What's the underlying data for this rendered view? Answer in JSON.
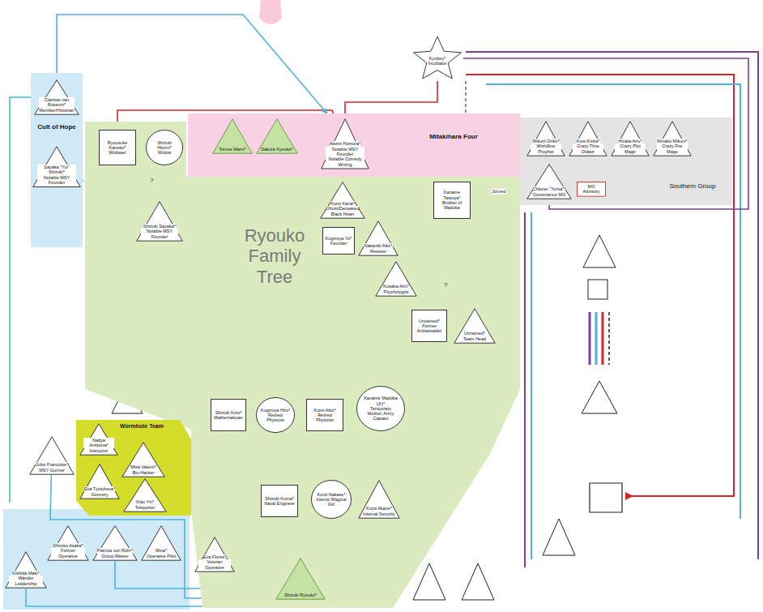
{
  "diagram": {
    "nodes": [
      {
        "text": [
          "Cult of Hope"
        ]
      },
      {
        "text": [
          "Clarisse van Rossum*",
          "Member/Historian"
        ],
        "in": 0
      },
      {
        "text": [
          "Sayaka \"Yui\" Shizuki*",
          "Notable MSY Founder"
        ],
        "in": 0
      },
      {
        "text": [
          "Mitakihara Four"
        ]
      },
      {
        "text": [
          "Tomoe Mami*"
        ],
        "in": 3
      },
      {
        "text": [
          "Sakura Kyouko*"
        ],
        "in": 3
      },
      {
        "text": [
          "Akemi Homura*",
          "Notable MSY Founder",
          "Notable Comedy Writing"
        ],
        "in": 3
      },
      {
        "text": [
          "Southern Group"
        ]
      },
      {
        "text": [
          "Mikuni Oriko*",
          "Worldline Prophet"
        ],
        "in": 7
      },
      {
        "text": [
          "Kure Kirika*",
          "Crazy Time Dilator"
        ],
        "in": 7
      },
      {
        "text": [
          "Hinata Airu*",
          "Crazy Plot Mage"
        ],
        "in": 7
      },
      {
        "text": [
          "Minako Mikuni*",
          "Crazy Fire Mage"
        ],
        "in": 7
      },
      {
        "text": [
          "Chitose \"Yuma\"*",
          "Governance MG"
        ],
        "in": 7
      },
      {
        "text": [
          "MG Advisory"
        ],
        "in": 7
      },
      {
        "text": [
          "Ryouko Family Tree"
        ]
      },
      {
        "text": [
          "Ryousuke Kaneko*",
          "Widower"
        ],
        "in": 14
      },
      {
        "text": [
          "Shizuki Hitomi*",
          "Widow"
        ],
        "in": 14
      },
      {
        "text": [
          "Shizuki Sayaka*",
          "Notable MSY Founder"
        ],
        "in": 14
      },
      {
        "text": [
          "Kuroi Kana*",
          "Ghost/Deceased",
          "Black Heart"
        ],
        "in": 14
      },
      {
        "text": [
          "Kugimiya Yo*",
          "Founder"
        ],
        "in": 14
      },
      {
        "text": [
          "Nakaniki Aiko*",
          "Resister"
        ],
        "in": 14
      },
      {
        "text": [
          "Kaname Tatsuya*",
          "Brother of Madoka"
        ],
        "in": 14
      },
      {
        "text": [
          "Kusaba Airu*",
          "Psychologist"
        ],
        "in": 14
      },
      {
        "text": [
          "Unnamed*",
          "Former Ambassador"
        ],
        "in": 14
      },
      {
        "text": [
          "Unnamed*",
          "Team Head"
        ],
        "in": 14
      },
      {
        "text": [
          "Shizuki Koto*",
          "Mathematician"
        ],
        "in": 14
      },
      {
        "text": [
          "Kugimiya Hiro*",
          "Retired Physicist"
        ],
        "in": 14
      },
      {
        "text": [
          "Kuroi Aiko*",
          "Retired Physicist"
        ],
        "in": 14
      },
      {
        "text": [
          "Kaname Madoka (Jr)*",
          "Temporary Mother, Army Captain"
        ],
        "in": 14
      },
      {
        "text": [
          "Shizuki Kuma*",
          "Naval Engineer"
        ],
        "in": 14
      },
      {
        "text": [
          "Kuroi Nakase*",
          "Interior Magical Girl"
        ],
        "in": 14
      },
      {
        "text": [
          "Kuroi Akane*",
          "Internal Security"
        ],
        "in": 14
      },
      {
        "text": [
          "Shizuki Ryouko*"
        ],
        "in": 14
      },
      {
        "text": [
          "Wormhole Team"
        ]
      },
      {
        "text": [
          "Nadya Antipova*",
          "Instructor"
        ],
        "in": 33
      },
      {
        "text": [
          "Misa Valenti*",
          "Bio-Hacker"
        ],
        "in": 33
      },
      {
        "text": [
          "Eva Tyutcheva*",
          "Gunnery"
        ],
        "in": 33
      },
      {
        "text": [
          "Xiao Yin*",
          "Teleporter"
        ],
        "in": 33
      },
      {
        "text": [
          "Juliet Francoise*",
          "MSY Gunner"
        ]
      },
      {
        "text": [
          "Eva Flores*",
          "Veteran Operative"
        ]
      },
      {
        "text": [
          "Shiroko Asaka*",
          "Former Operative"
        ]
      },
      {
        "text": [
          "Patricia von Rohr*",
          "Group Master"
        ]
      },
      {
        "text": [
          "Mina*",
          "Operative Pilot"
        ]
      },
      {
        "text": [
          "Kishida Maki*",
          "Wander Leadership"
        ]
      },
      {
        "text": [
          "Kyubey*",
          "Incubator"
        ]
      }
    ],
    "edges": [
      {
        "from": 15,
        "to": 17,
        "arrow": "none"
      },
      {
        "from": 16,
        "to": 17,
        "arrow": "none"
      },
      {
        "from": 19,
        "to": 26,
        "arrow": "none"
      },
      {
        "from": 20,
        "to": 26,
        "arrow": "none"
      },
      {
        "from": 21,
        "to": 23,
        "arrow": "none"
      },
      {
        "from": 23,
        "to": 28,
        "arrow": "none"
      },
      {
        "from": 24,
        "to": 28,
        "arrow": "none"
      },
      {
        "from": 25,
        "to": 29,
        "arrow": "none"
      },
      {
        "from": 26,
        "to": 29,
        "arrow": "none"
      },
      {
        "from": 27,
        "to": 30,
        "arrow": "none"
      },
      {
        "from": 28,
        "to": 30,
        "arrow": "none"
      },
      {
        "from": 28,
        "to": 31,
        "arrow": "none"
      },
      {
        "from": 29,
        "to": 32,
        "arrow": "none"
      },
      {
        "from": 30,
        "to": 32,
        "arrow": "none"
      },
      {
        "from": 17,
        "to": 25,
        "arrow": "none"
      },
      {
        "from": 18,
        "to": 27,
        "arrow": "none"
      },
      {
        "from": 6,
        "to": 15,
        "arrow": "to"
      },
      {
        "from": 2,
        "to": 17,
        "arrow": "to"
      },
      {
        "from": 44,
        "to": 6,
        "arrow": "to"
      },
      {
        "from": 44,
        "to": 12,
        "arrow": "to"
      },
      {
        "from": 12,
        "to": 21,
        "arrow": "to",
        "label": "Joined"
      },
      {
        "from": 8,
        "to": 9,
        "arrow": "none"
      },
      {
        "from": 9,
        "to": 10,
        "arrow": "none"
      },
      {
        "from": 4,
        "to": 32,
        "arrow": "to"
      },
      {
        "from": 33,
        "to": 32,
        "arrow": "none"
      },
      {
        "from": 38,
        "to": 32,
        "arrow": "to"
      },
      {
        "from": 43,
        "to": 32,
        "arrow": "to"
      },
      {
        "from": 41,
        "to": 32,
        "arrow": "to"
      },
      {
        "from": 1,
        "to": 3,
        "arrow": "to"
      },
      {
        "from": 21,
        "to": 6,
        "arrow": "to"
      },
      {
        "from": 39,
        "to": 32,
        "arrow": "to"
      },
      {
        "from": 31,
        "to": 32,
        "arrow": "to"
      }
    ],
    "labels": [
      "?",
      "?"
    ]
  }
}
